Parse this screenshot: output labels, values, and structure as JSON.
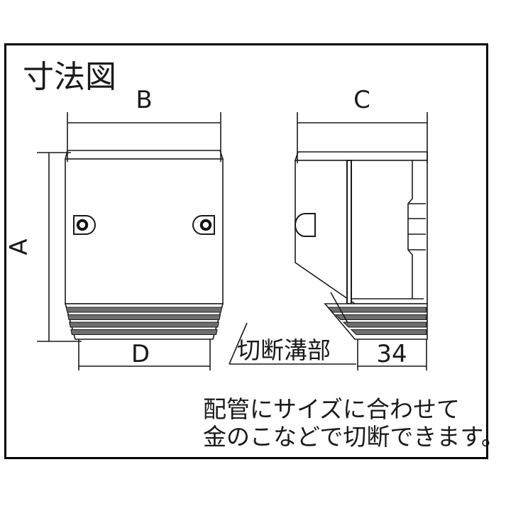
{
  "figure": {
    "title": "寸法図",
    "frame_color": "#000000",
    "line_color": "#1a1a1a",
    "background": "#ffffff",
    "groove_fill": "#6e6e6e"
  },
  "dimensions": {
    "b_label": "B",
    "a_label": "A",
    "d_label": "D",
    "c_label": "C",
    "value_34": "34"
  },
  "annotations": {
    "groove_callout": "切断溝部",
    "note_line1": "配管にサイズに合わせて",
    "note_line2": "金のこなどで切断できます。"
  },
  "views": {
    "front": {
      "name": "front-view",
      "tab_left": "bolt-tab-left",
      "tab_right": "bolt-tab-right"
    },
    "side": {
      "name": "side-view"
    }
  }
}
